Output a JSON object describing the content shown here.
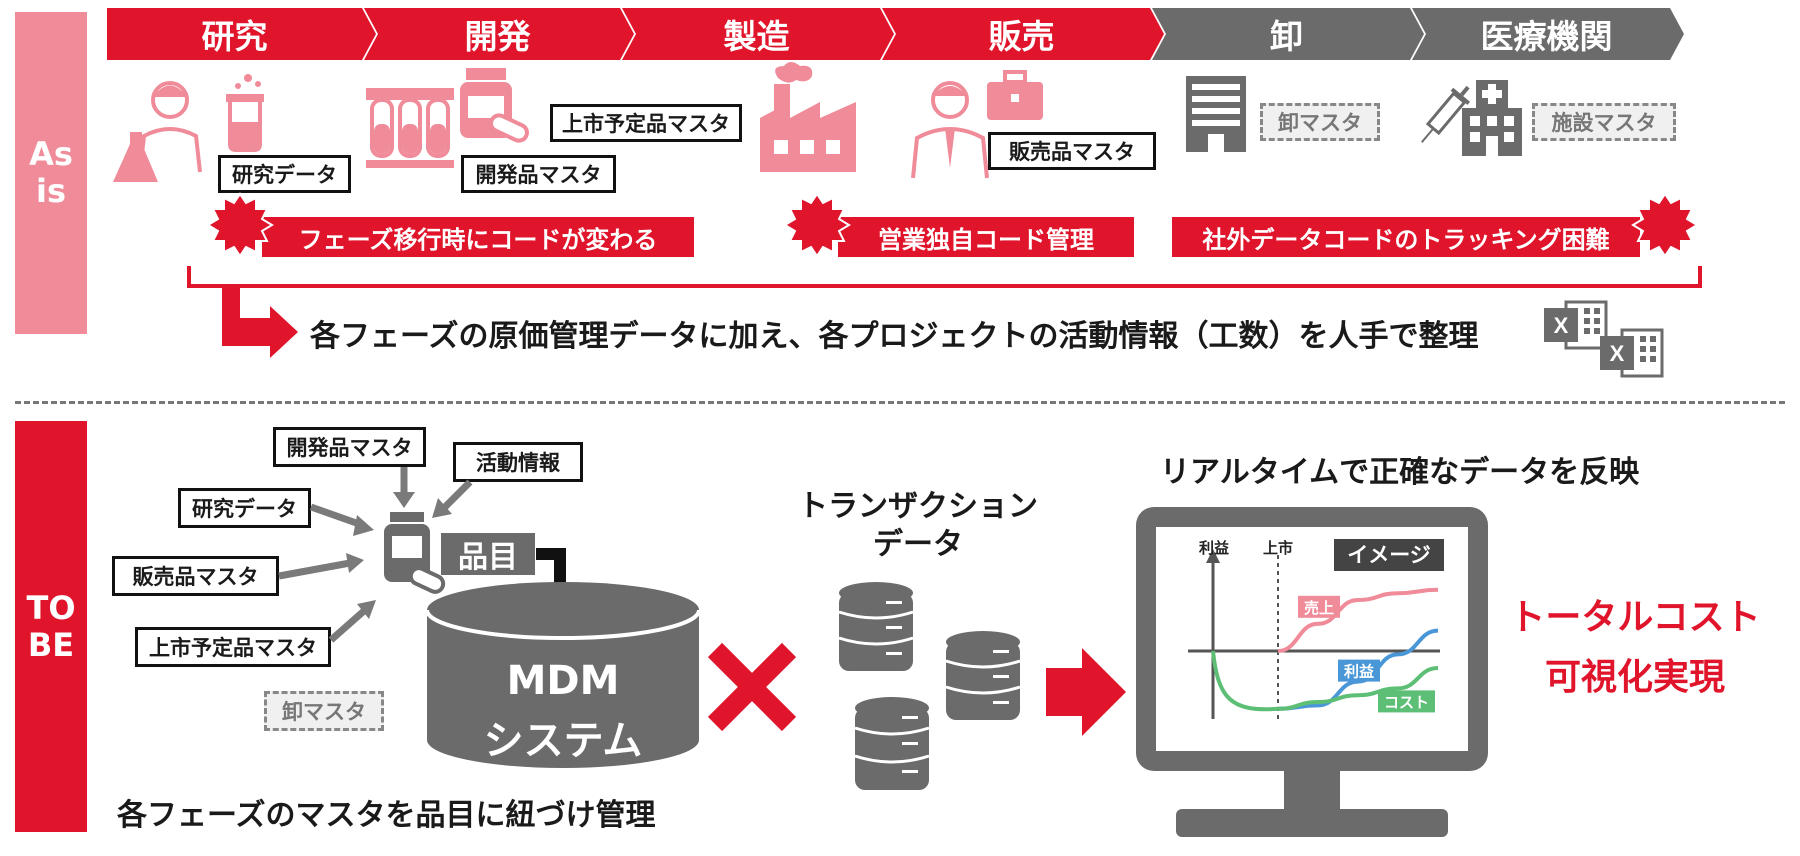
{
  "colors": {
    "red": "#e0142a",
    "pink": "#f08b99",
    "gray": "#6b6b6b",
    "light_gray": "#bdbdbd",
    "green": "#5cbf75",
    "blue": "#4a97d8"
  },
  "as_is": {
    "side_label": "As\nis",
    "phases": [
      "研究",
      "開発",
      "製造",
      "販売",
      "卸",
      "医療機関"
    ],
    "masters": {
      "research_data": "研究データ",
      "dev_master": "開発品マスタ",
      "prelaunch_master": "上市予定品マスタ",
      "sales_master": "販売品マスタ",
      "wholesale_master": "卸マスタ",
      "facility_master": "施設マスタ"
    },
    "issues": [
      "フェーズ移行時にコードが変わる",
      "営業独自コード管理",
      "社外データコードのトラッキング困難"
    ],
    "summary": "各フェーズの原価管理データに加え、各プロジェクトの活動情報（工数）を人手で整理",
    "excel_icon_letter": "X"
  },
  "to_be": {
    "side_label": "TO\nBE",
    "inputs": {
      "dev_master": "開発品マスタ",
      "activity": "活動情報",
      "research_data": "研究データ",
      "sales_master": "販売品マスタ",
      "prelaunch_master": "上市予定品マスタ",
      "wholesale_master": "卸マスタ"
    },
    "item_label": "品目",
    "mdm_line1": "MDM",
    "mdm_line2": "システム",
    "caption": "各フェーズのマスタを品目に紐づけ管理",
    "transaction_line1": "トランザクション",
    "transaction_line2": "データ",
    "realtime_title": "リアルタイムで正確なデータを反映",
    "monitor": {
      "y_label": "利益",
      "launch_label": "上市",
      "image_badge": "イメージ",
      "series": [
        "売上",
        "利益",
        "コスト"
      ]
    },
    "result_line1": "トータルコスト",
    "result_line2": "可視化実現"
  },
  "chart_data": {
    "type": "line",
    "title": "",
    "xlabel": "",
    "ylabel": "利益",
    "annotations": [
      "上市",
      "イメージ"
    ],
    "series": [
      {
        "name": "売上",
        "values": [
          0,
          0.4,
          0.75,
          0.85,
          0.9
        ]
      },
      {
        "name": "利益",
        "values": [
          -0.85,
          -0.8,
          -0.45,
          -0.05,
          0.3
        ]
      },
      {
        "name": "コスト",
        "values": [
          -0.85,
          -0.75,
          -0.65,
          -0.55,
          -0.25
        ]
      }
    ]
  }
}
